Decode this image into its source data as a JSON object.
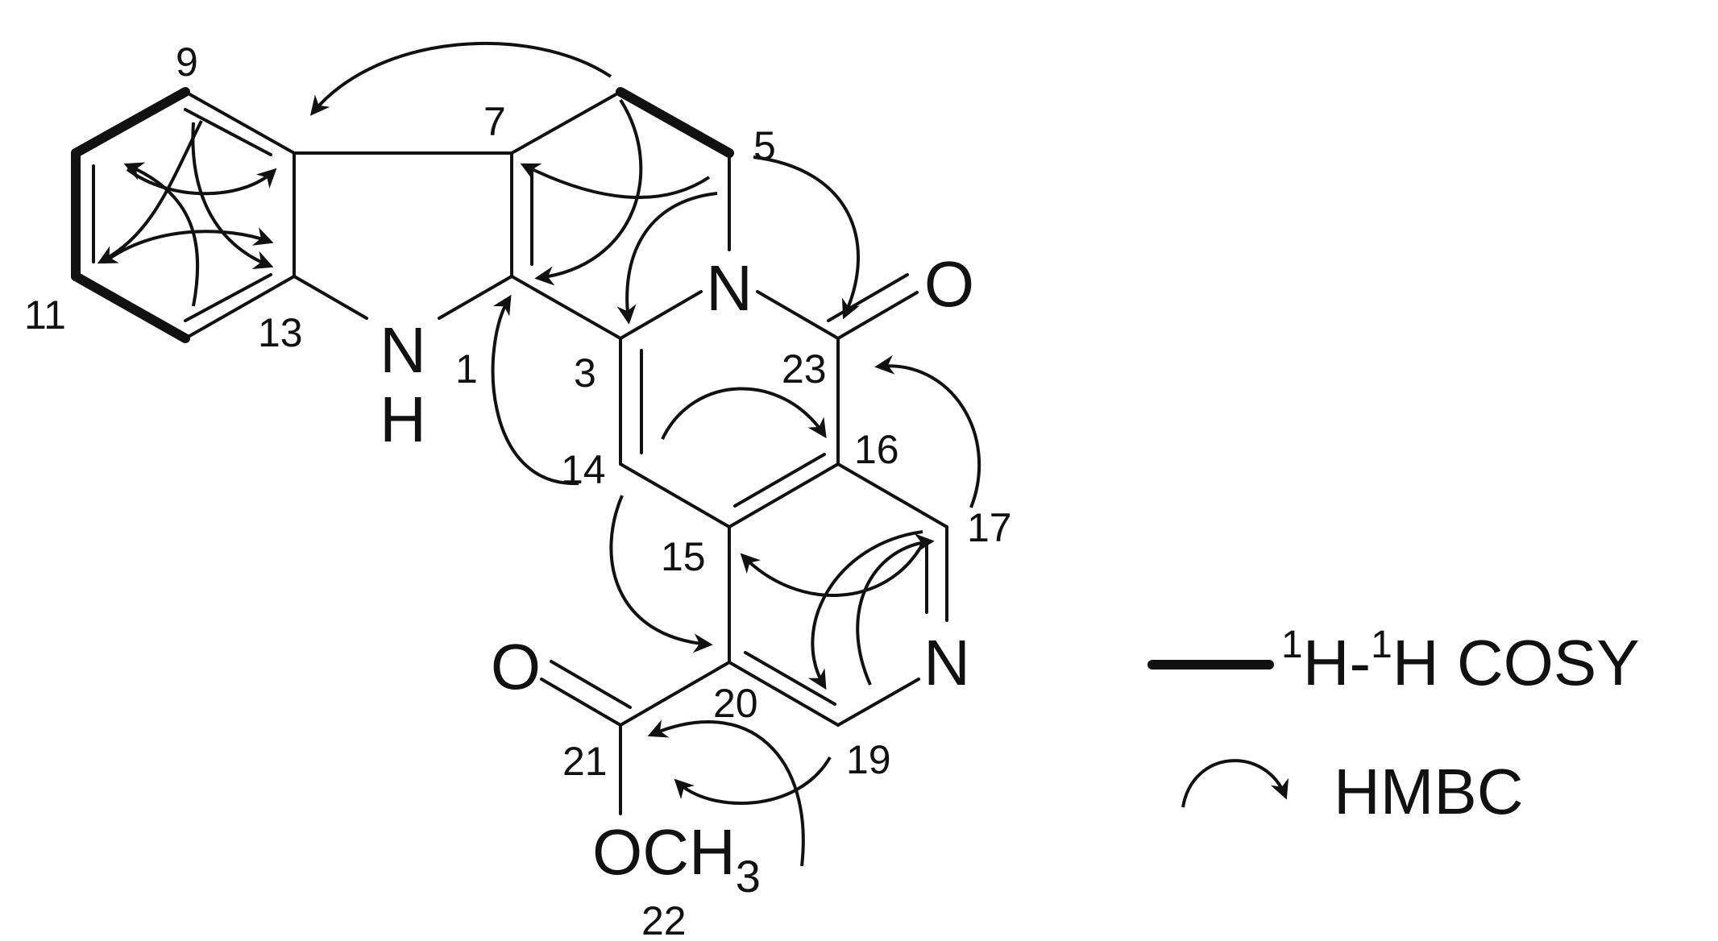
{
  "atoms": {
    "n_indole": "N",
    "h_indole": "H",
    "n_lactam": "N",
    "o_carbonyl": "O",
    "n_pyridine": "N",
    "o_ester": "O",
    "och3_main": "OCH",
    "och3_sub": "3"
  },
  "numbers": {
    "n1": "1",
    "n3": "3",
    "n5": "5",
    "n7": "7",
    "n9": "9",
    "n11": "11",
    "n13": "13",
    "n14": "14",
    "n15": "15",
    "n16": "16",
    "n17": "17",
    "n19": "19",
    "n20": "20",
    "n21": "21",
    "n22": "22",
    "n23": "23"
  },
  "legend": {
    "cosy_sup1": "1",
    "cosy_h1": "H-",
    "cosy_sup2": "1",
    "cosy_rest": "H COSY",
    "hmbc_label": "HMBC"
  }
}
